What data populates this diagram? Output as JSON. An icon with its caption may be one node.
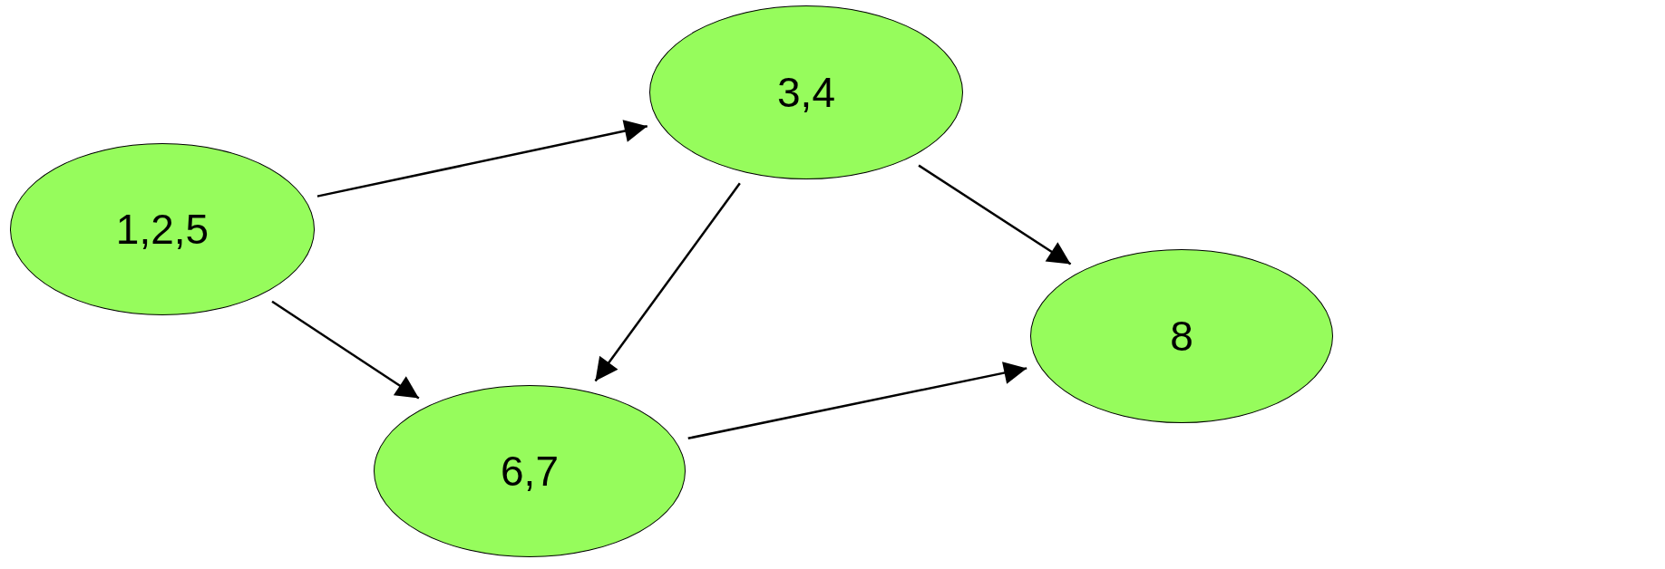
{
  "diagram": {
    "nodes": [
      {
        "text": [
          "1,2,5"
        ]
      },
      {
        "text": [
          "3,4"
        ]
      },
      {
        "text": [
          "6,7"
        ]
      },
      {
        "text": [
          "8"
        ]
      }
    ],
    "edges": [
      {
        "from": 0,
        "to": 1,
        "arrow": "to"
      },
      {
        "from": 0,
        "to": 2,
        "arrow": "to"
      },
      {
        "from": 1,
        "to": 2,
        "arrow": "to"
      },
      {
        "from": 1,
        "to": 3,
        "arrow": "to"
      },
      {
        "from": 2,
        "to": 3,
        "arrow": "to"
      }
    ]
  }
}
